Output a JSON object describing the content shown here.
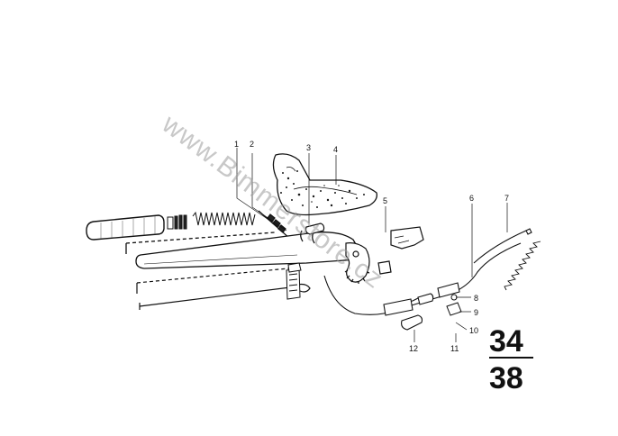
{
  "diagram": {
    "watermark": "www.Bimmerstore.cz",
    "callouts": [
      "1",
      "2",
      "3",
      "4",
      "5",
      "6",
      "7",
      "8",
      "9",
      "10",
      "11",
      "12"
    ],
    "group_ref": {
      "main": "34",
      "sub": "38"
    }
  }
}
